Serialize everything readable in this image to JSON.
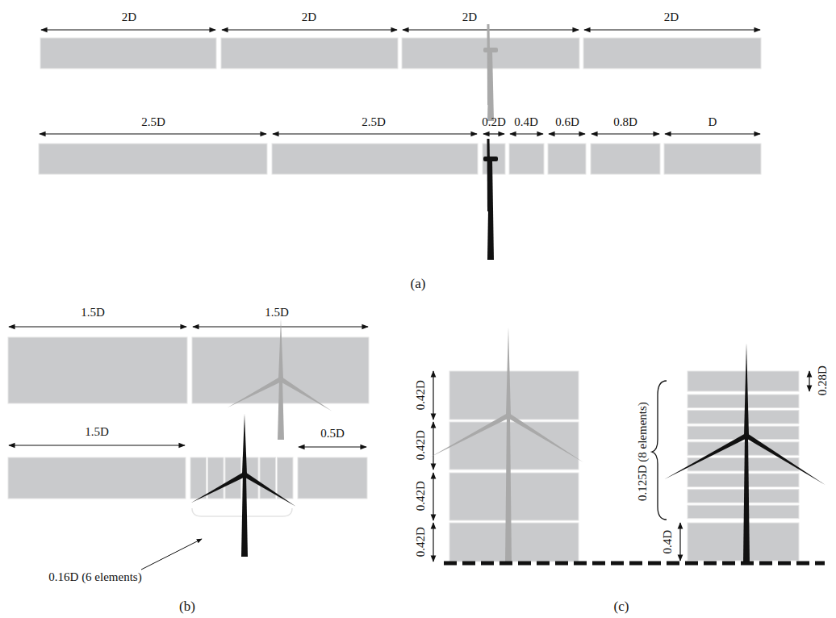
{
  "diagram": {
    "labels": [
      "2D",
      "2D",
      "2D",
      "2D",
      "2.5D",
      "2.5D",
      "0.2D",
      "0.4D",
      "0.6D",
      "0.8D",
      "D",
      "(a)",
      "1.5D",
      "1.5D",
      "1.5D",
      "0.5D",
      "0.16D (6 elements)",
      "(b)",
      "0.42D",
      "0.42D",
      "0.42D",
      "0.42D",
      "0.28D",
      "0.125D (8 elements)",
      "0.4D",
      "(c)"
    ]
  }
}
